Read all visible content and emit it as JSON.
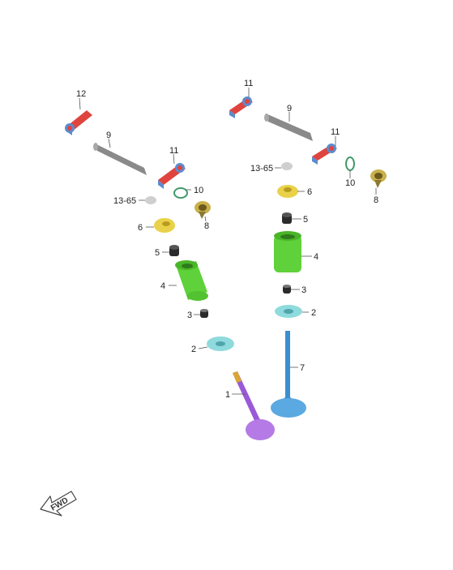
{
  "colors": {
    "intake_valve": "#9a5ad8",
    "exhaust_valve": "#3a8fcf",
    "retainer": "#8fdadd",
    "spring": "#5fd13a",
    "seal": "#2b2b2b",
    "cotter": "#e9d24a",
    "shim": "#cfcfcf",
    "rocker": "#e0443e",
    "rocker_body": "#5a8ccf",
    "shaft": "#8a8a8a",
    "screw": "#c9b04a",
    "oring": "#3f9a6a",
    "leader": "#555555"
  },
  "labels": {
    "l_valve": "1",
    "l_retainer": "2",
    "l_seal": "3",
    "l_spring": "4",
    "l_cap": "5",
    "l_cotter": "6",
    "l_shaft": "9",
    "l_oring": "10",
    "l_rocker": "11",
    "l_rocker2": "12",
    "l_screw": "8",
    "l_shim": "13-65",
    "r_rocker_a": "11",
    "r_shaft": "9",
    "r_rocker_b": "11",
    "r_shim": "13-65",
    "r_cotter": "6",
    "r_oring": "10",
    "r_screw": "8",
    "r_cap": "5",
    "r_spring": "4",
    "r_seal": "3",
    "r_retainer": "2",
    "r_valve": "7"
  },
  "fwd_label": "FWD"
}
